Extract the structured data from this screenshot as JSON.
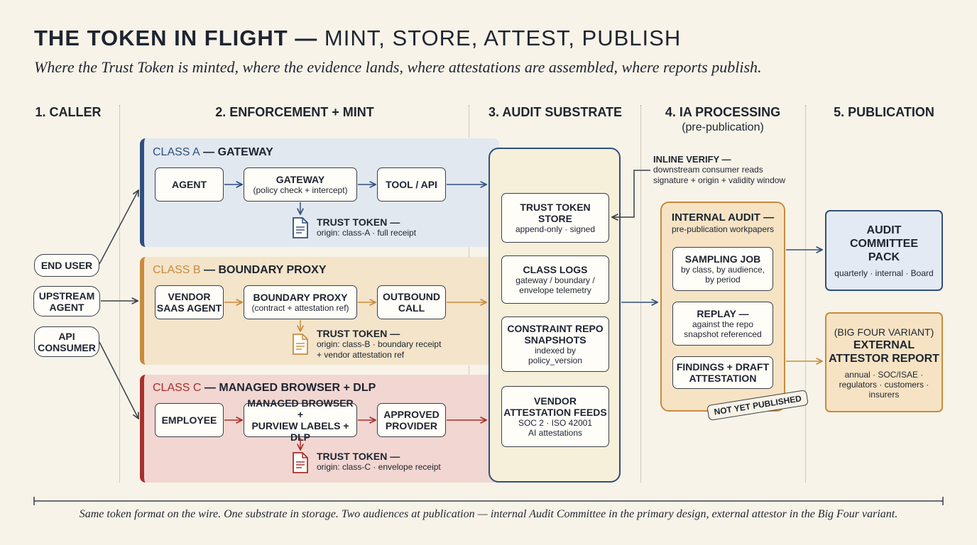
{
  "title": {
    "bold": "THE TOKEN IN FLIGHT —",
    "rest": " MINT, STORE, ATTEST, PUBLISH"
  },
  "subtitle": "Where the Trust Token is minted, where the evidence lands, where attestations are assembled, where reports publish.",
  "columns": [
    {
      "title": "1. CALLER"
    },
    {
      "title": "2. ENFORCEMENT + MINT"
    },
    {
      "title": "3. AUDIT SUBSTRATE"
    },
    {
      "title": "4. IA PROCESSING",
      "subtitle": "(pre-publication)"
    },
    {
      "title": "5. PUBLICATION"
    }
  ],
  "callers": [
    "END USER",
    "UPSTREAM\nAGENT",
    "API\nCONSUMER"
  ],
  "classes": [
    {
      "label_cls": "CLASS A",
      "label_name": " — GATEWAY",
      "boxes": [
        {
          "main": "AGENT",
          "sub": ""
        },
        {
          "main": "GATEWAY",
          "sub": "(policy check + intercept)"
        },
        {
          "main": "TOOL / API",
          "sub": ""
        }
      ],
      "token_title": "TRUST TOKEN —",
      "token_lines": [
        "origin: class-A · full receipt"
      ]
    },
    {
      "label_cls": "CLASS B",
      "label_name": " — BOUNDARY PROXY",
      "boxes": [
        {
          "main": "VENDOR\nSAAS AGENT",
          "sub": ""
        },
        {
          "main": "BOUNDARY PROXY",
          "sub": "(contract + attestation ref)"
        },
        {
          "main": "OUTBOUND\nCALL",
          "sub": ""
        }
      ],
      "token_title": "TRUST TOKEN —",
      "token_lines": [
        "origin: class-B · boundary receipt",
        "+ vendor attestation ref"
      ]
    },
    {
      "label_cls": "CLASS C",
      "label_name": " — MANAGED BROWSER + DLP",
      "boxes": [
        {
          "main": "EMPLOYEE",
          "sub": ""
        },
        {
          "main": "MANAGED BROWSER +\nPURVIEW LABELS + DLP",
          "sub": ""
        },
        {
          "main": "APPROVED\nPROVIDER",
          "sub": ""
        }
      ],
      "token_title": "TRUST TOKEN —",
      "token_lines": [
        "origin: class-C · envelope receipt"
      ]
    }
  ],
  "substrate": [
    {
      "main": "TRUST TOKEN\nSTORE",
      "sub": "append-only · signed"
    },
    {
      "main": "CLASS LOGS",
      "sub": "gateway / boundary /\nenvelope telemetry"
    },
    {
      "main": "CONSTRAINT REPO\nSNAPSHOTS",
      "sub": "indexed by\npolicy_version"
    },
    {
      "main": "VENDOR\nATTESTATION FEEDS",
      "sub": "SOC 2 · ISO 42001\nAI attestations"
    }
  ],
  "inline_verify": {
    "title": "INLINE VERIFY —",
    "lines": [
      "downstream consumer reads",
      "signature + origin + validity window"
    ]
  },
  "internal_audit": {
    "title": "INTERNAL AUDIT —",
    "subtitle": "pre-publication workpapers",
    "items": [
      {
        "main": "SAMPLING JOB",
        "sub": "by class, by audience,\nby period"
      },
      {
        "main": "REPLAY —",
        "sub": "against the repo\nsnapshot referenced"
      },
      {
        "main": "FINDINGS + DRAFT\nATTESTATION",
        "sub": ""
      }
    ],
    "stamp": "NOT YET PUBLISHED"
  },
  "publication": [
    {
      "pre": "",
      "main": "AUDIT\nCOMMITTEE\nPACK",
      "sub": "quarterly · internal · Board"
    },
    {
      "pre": "(BIG FOUR VARIANT)",
      "main": "EXTERNAL\nATTESTOR REPORT",
      "sub": "annual · SOC/ISAE ·\nregulators · customers ·\ninsurers"
    }
  ],
  "footer": "Same token format on the wire. One substrate in storage. Two audiences at publication — internal Audit Committee in the primary design, external attestor in the Big Four variant.",
  "colors": {
    "classA": "#2f4f7f",
    "classB": "#c98a3c",
    "classC": "#a82f2c",
    "ink": "#3a3f48"
  }
}
